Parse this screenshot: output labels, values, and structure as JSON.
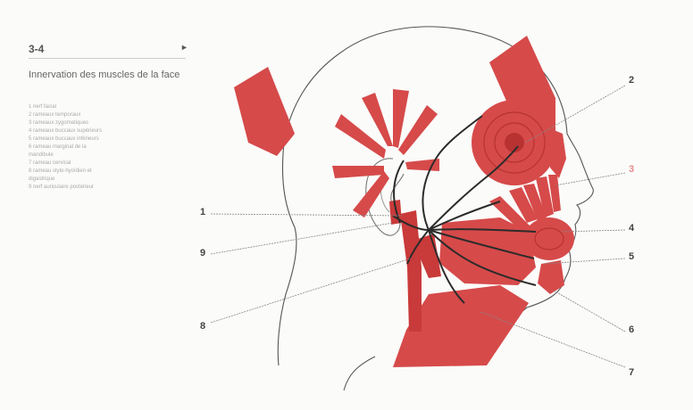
{
  "figure": {
    "number": "3-4",
    "arrow": "►",
    "title": "Innervation des muscles de la face",
    "legend": [
      "1  nerf facial",
      "2  rameaux temporaux",
      "3  rameaux zygomatiques",
      "4  rameaux buccaux supérieurs",
      "5  rameaux buccaux inférieurs",
      "6  rameau marginal de la",
      "    mandibule",
      "7  rameau cervical",
      "8  rameau stylo-hyoïdien et",
      "    digastrique",
      "9  nerf auriculaire postérieur"
    ]
  },
  "callouts": [
    "1",
    "2",
    "3",
    "4",
    "5",
    "6",
    "7",
    "8",
    "9"
  ],
  "colors": {
    "muscle": "#d64a4a",
    "muscle_dark": "#b83232",
    "nerve": "#2b2b2b",
    "outline": "#555555",
    "callout_highlight": "#e58a8a"
  }
}
